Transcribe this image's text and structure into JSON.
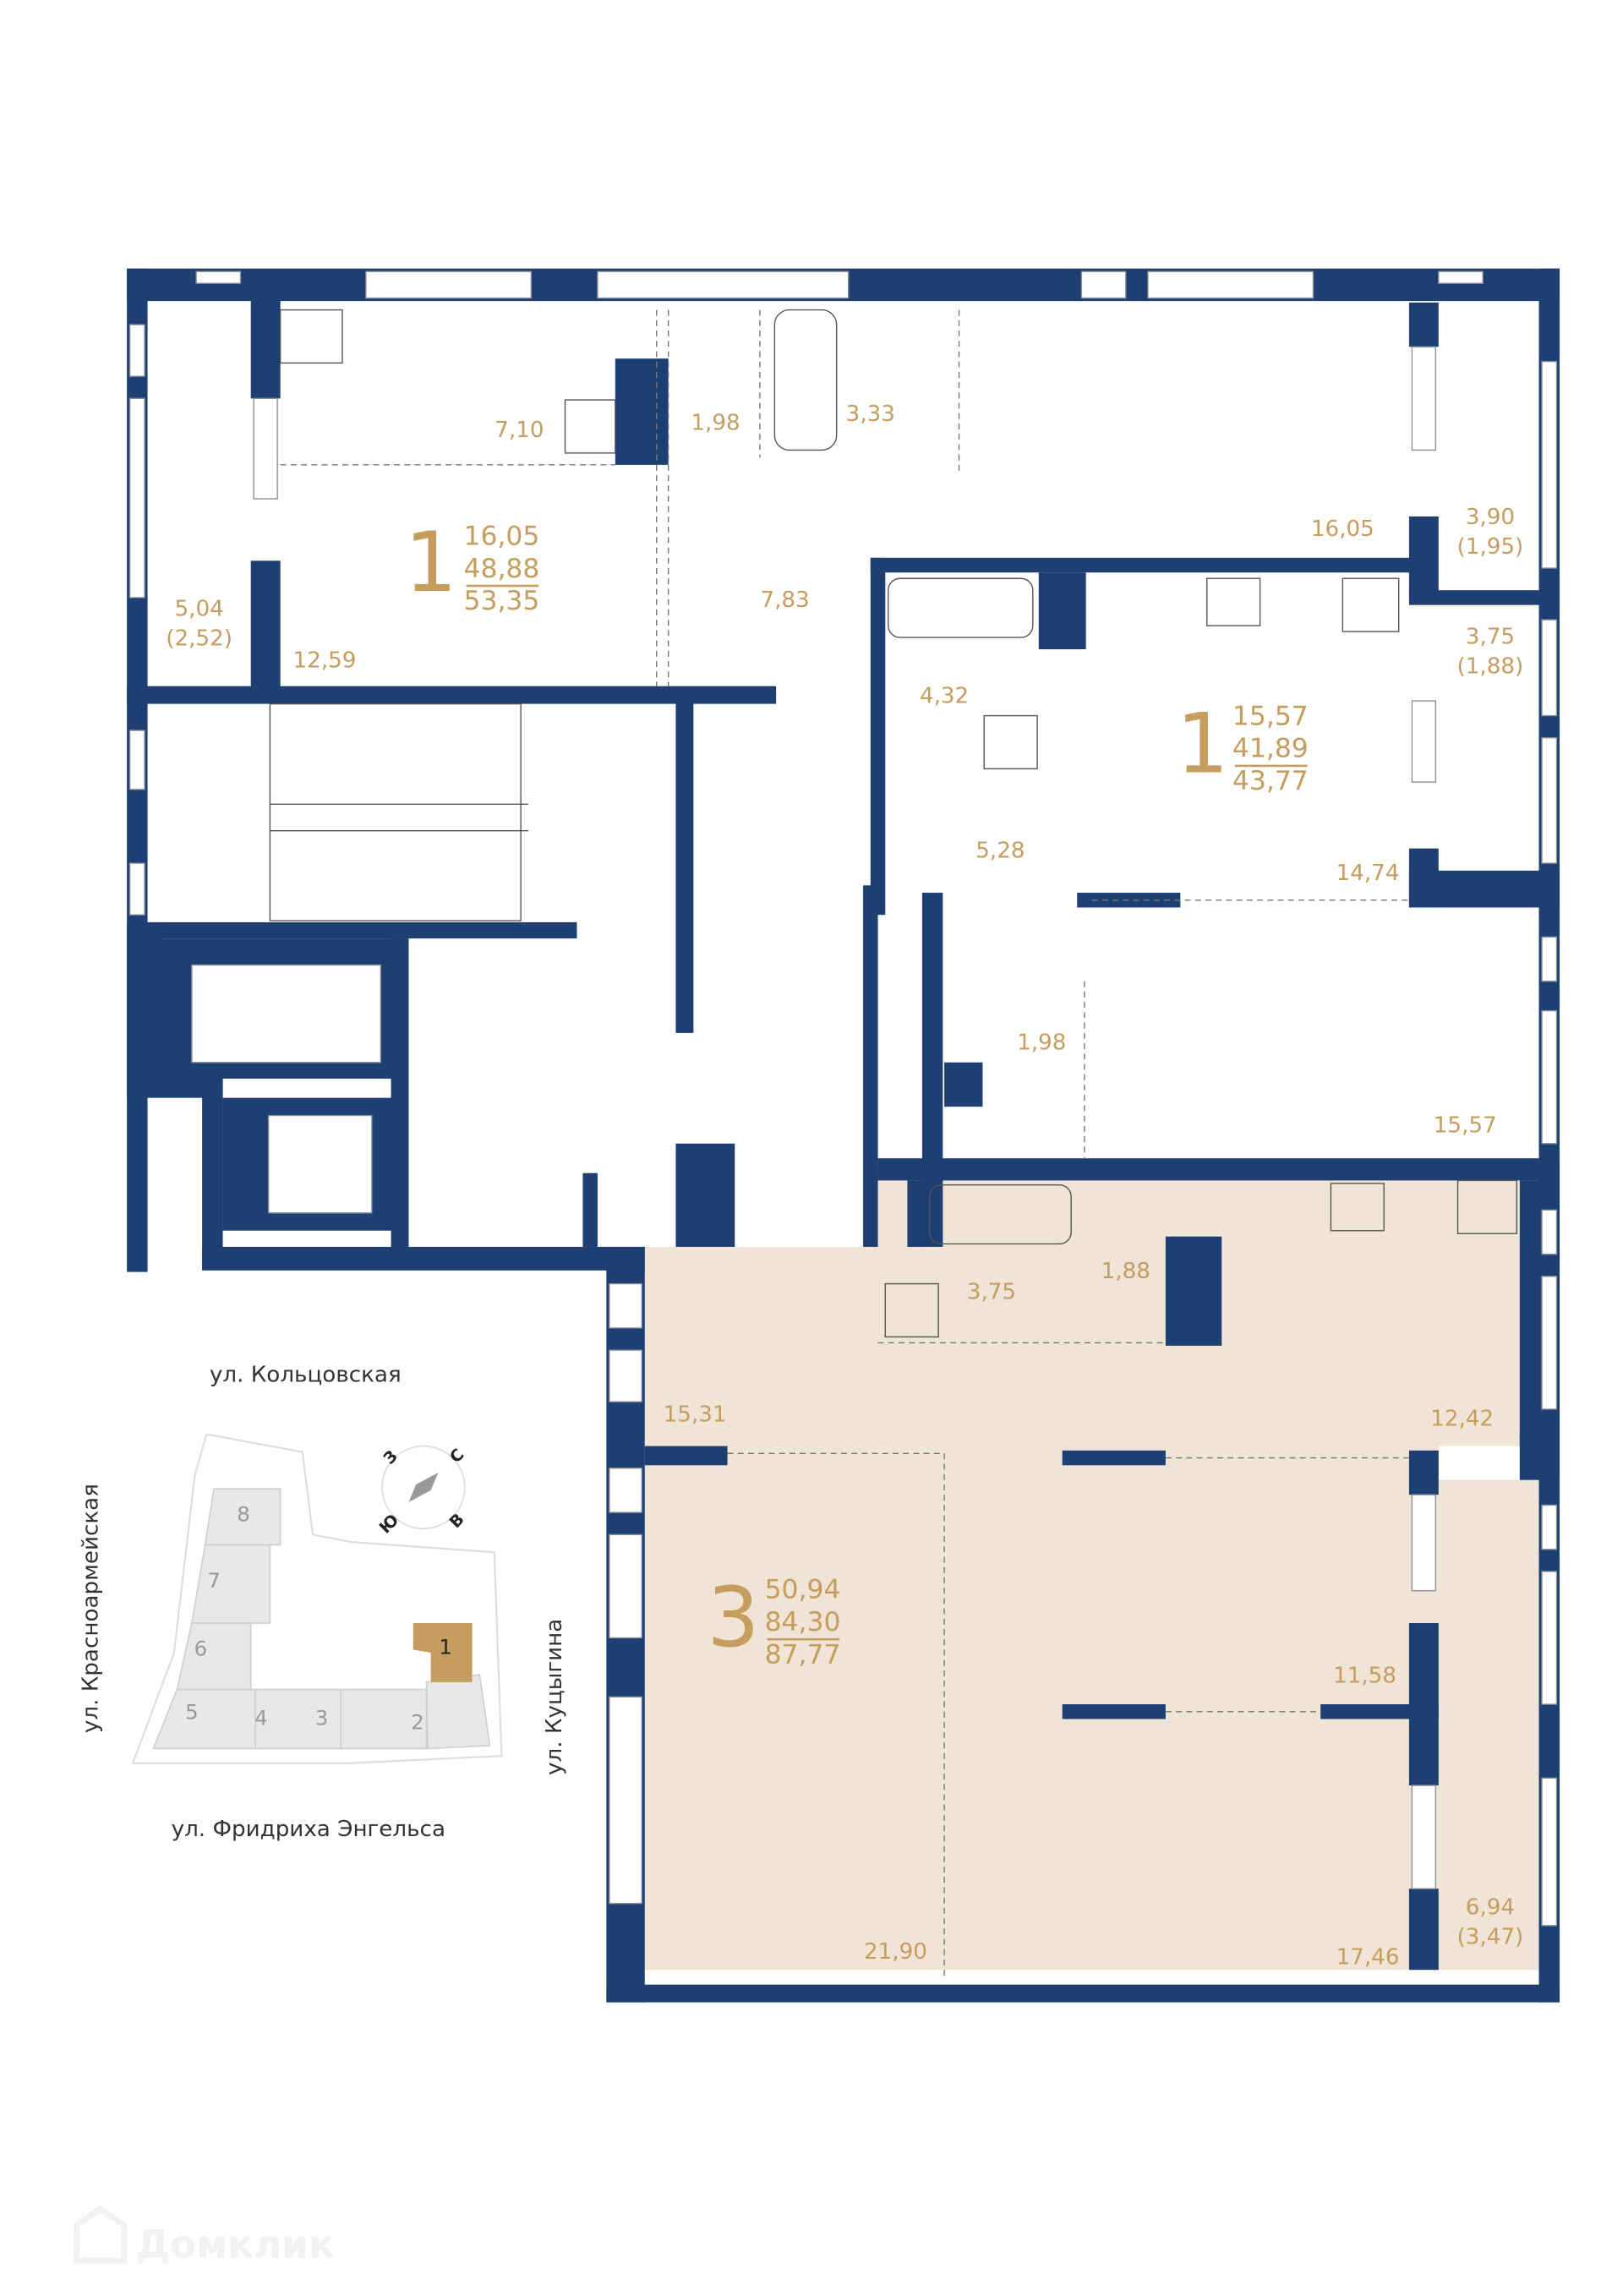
{
  "colors": {
    "wall": "#1e3f72",
    "selected_apartment": "#efe4d6",
    "accent": "#c59d5f",
    "minimap_building": "#e8e8e8"
  },
  "apartments": [
    {
      "rooms": "1",
      "living_area": "16,05",
      "total_area": "48,88",
      "total_area_with_balcony": "53,35"
    },
    {
      "rooms": "1",
      "living_area": "15,57",
      "total_area": "41,89",
      "total_area_with_balcony": "43,77"
    },
    {
      "rooms": "3",
      "living_area": "50,94",
      "total_area": "84,30",
      "total_area_with_balcony": "87,77",
      "highlighted": true
    }
  ],
  "room_areas": [
    "7,10",
    "1,98",
    "3,33",
    "16,05",
    "3,90",
    "(1,95)",
    "5,04",
    "(2,52)",
    "12,59",
    "7,83",
    "3,75",
    "(1,88)",
    "4,32",
    "5,28",
    "14,74",
    "1,98",
    "15,57",
    "3,75",
    "1,88",
    "15,31",
    "12,42",
    "11,58",
    "21,90",
    "17,46",
    "6,94",
    "(3,47)"
  ],
  "streets": {
    "north": "ул. Кольцовская",
    "south": "ул. Фридриха Энгельса",
    "west": "ул. Красноармейская",
    "east": "ул. Куцыгина"
  },
  "compass": {
    "n": "С",
    "e": "В",
    "s": "Ю",
    "w": "З"
  },
  "minimap": {
    "buildings": [
      "1",
      "2",
      "3",
      "4",
      "5",
      "6",
      "7",
      "8"
    ],
    "selected": "1"
  },
  "watermark": "Домклик"
}
